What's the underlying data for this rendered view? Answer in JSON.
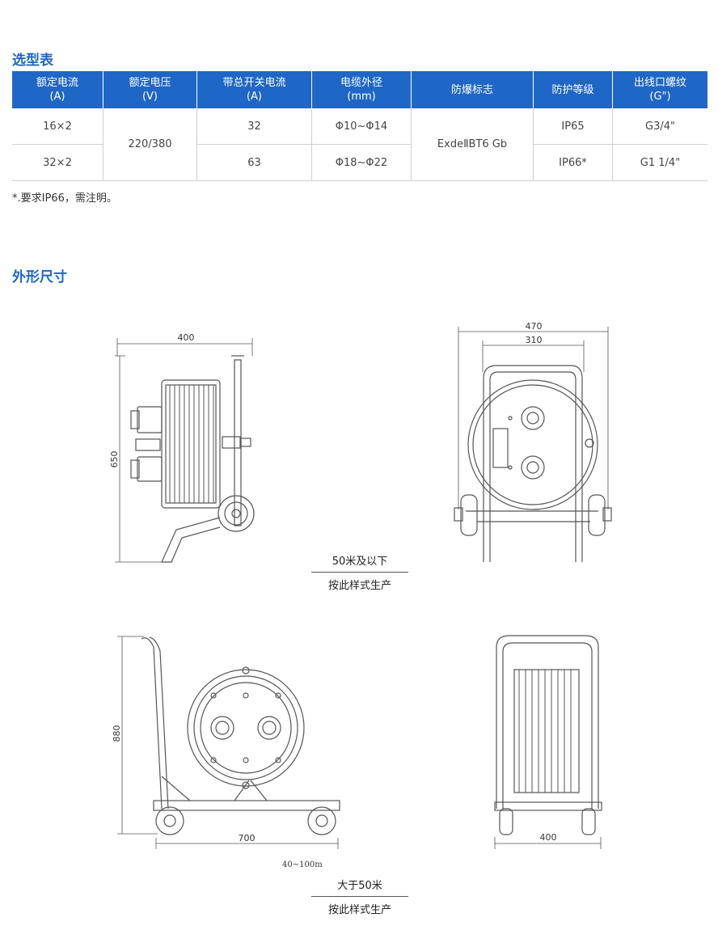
{
  "section_selection": "选型表",
  "table": {
    "headers": [
      [
        "额定电流",
        "(A)"
      ],
      [
        "额定电压",
        "(V)"
      ],
      [
        "带总开关电流",
        "(A)"
      ],
      [
        "电缆外径",
        "(mm)"
      ],
      [
        "防爆标志",
        ""
      ],
      [
        "防护等级",
        ""
      ],
      [
        "出线口螺纹",
        "(G\")"
      ]
    ],
    "rows": [
      [
        "16×2",
        "220/380",
        "32",
        "Φ10~Φ14",
        "ExdeⅡBT6 Gb",
        "IP65",
        "G3/4\""
      ],
      [
        "32×2",
        "",
        "63",
        "Φ18~Φ22",
        "",
        "IP66*",
        "G1 1/4\""
      ]
    ]
  },
  "note": "*.要求IP66，需注明。",
  "section_dimensions": "外形尺寸",
  "drawings": {
    "side_width": "400",
    "side_height": "650",
    "front_outer": "470",
    "front_inner": "310",
    "trolley_height": "880",
    "trolley_length": "700",
    "rear_width": "400",
    "cable_range": "40~100m"
  },
  "caption_small": [
    "50米及以下",
    "按此样式生产"
  ],
  "caption_large": [
    "大于50米",
    "按此样式生产"
  ],
  "colors": {
    "accent": "#1f67c6",
    "line": "#555555"
  }
}
